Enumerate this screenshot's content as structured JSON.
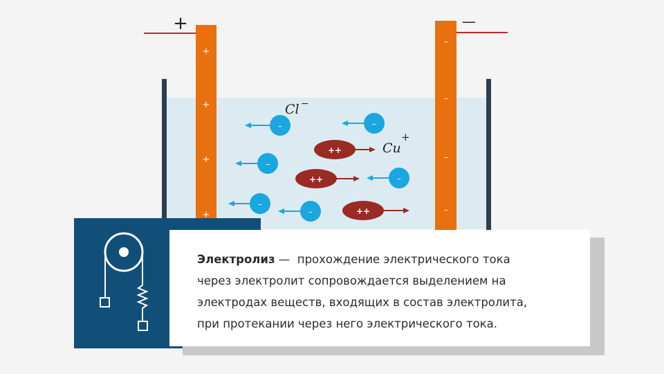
{
  "electrodes": {
    "anode_sign": "+",
    "cathode_sign": "—",
    "anode_marks": [
      "+",
      "+",
      "+",
      "+"
    ],
    "cathode_marks": [
      "–",
      "–",
      "–",
      "–"
    ]
  },
  "ions": {
    "anion_label": "Cl",
    "anion_charge": "−",
    "cation_label": "Cu",
    "cation_charge": "+",
    "anion_sign": "–",
    "cation_sign": "++"
  },
  "definition": {
    "term": "Электролиз",
    "dash": " —  ",
    "lines": [
      "прохождение электрического тока",
      "через электролит сопровождается выделением на",
      "электродах веществ, входящих в состав электролита,",
      "при протекании через него электрического тока."
    ]
  },
  "colors": {
    "electrode": "#e8700f",
    "wire": "#c0282b",
    "anion": "#1aa7df",
    "cation": "#9a2a24",
    "electrolyte": "#dcebf2",
    "tank_wall": "#2c3e50",
    "panel_dark": "#114f78"
  },
  "icons": [
    "pulley-weight-spring-icon"
  ]
}
